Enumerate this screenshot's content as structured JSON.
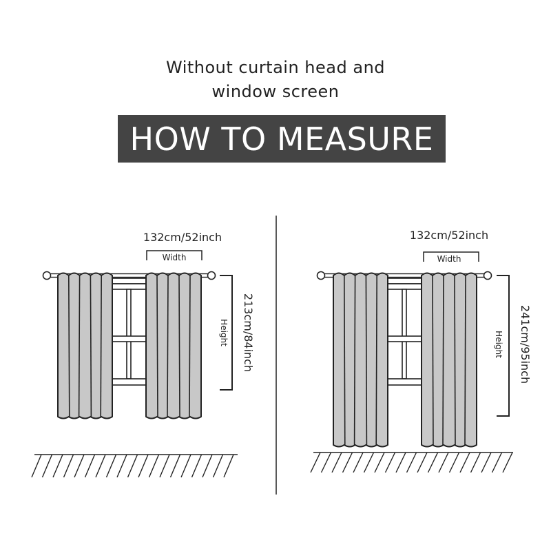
{
  "header": {
    "line1": "Without curtain head and",
    "line2": "window screen",
    "banner": "HOW TO MEASURE"
  },
  "panels": [
    {
      "width_value": "132cm/52inch",
      "width_label": "Width",
      "height_label": "Height",
      "height_value": "213cm/84inch"
    },
    {
      "width_value": "132cm/52inch",
      "width_label": "Width",
      "height_label": "Height",
      "height_value": "241cm/95inch"
    }
  ],
  "colors": {
    "banner": "#444444",
    "curtain": "#c8c8c8",
    "line": "#222222"
  }
}
